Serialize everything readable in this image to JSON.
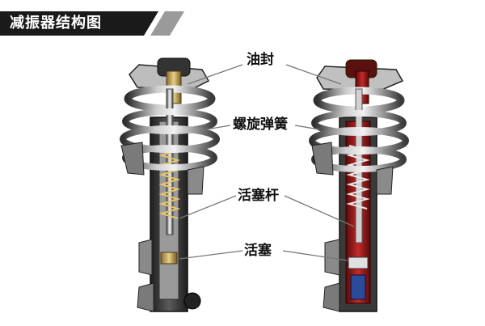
{
  "header": {
    "title": "减振器结构图",
    "bg_color": "#1a1a1a",
    "stripe_color": "#9a9a9a"
  },
  "labels": {
    "oil_seal": "油封",
    "coil_spring": "螺旋弹簧",
    "piston_rod": "活塞杆",
    "piston": "活塞"
  },
  "colors": {
    "steel_dark": "#3b3b3b",
    "steel_light": "#d9d9d9",
    "cutaway_red": "#b01e1e",
    "leader_line": "#777777"
  }
}
